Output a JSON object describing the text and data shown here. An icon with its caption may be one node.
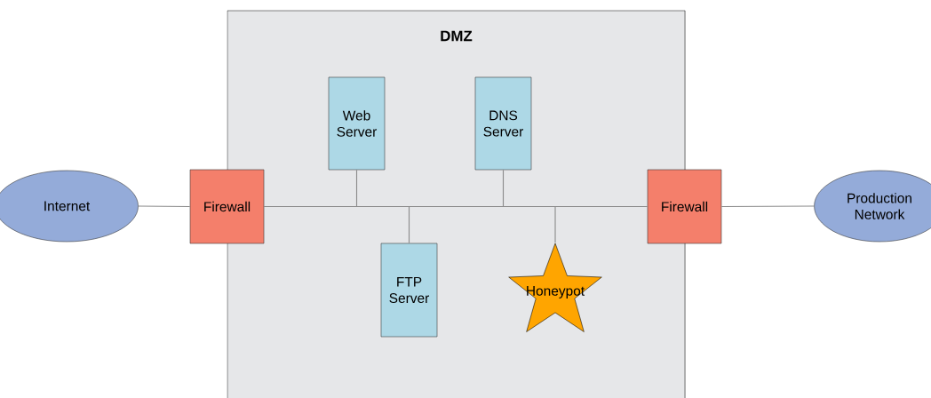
{
  "diagram": {
    "nodes": [
      {
        "text": [
          "DMZ"
        ]
      },
      {
        "text": [
          "Internet"
        ]
      },
      {
        "text": [
          "Firewall"
        ]
      },
      {
        "text": [
          "Web Server"
        ],
        "in": 0
      },
      {
        "text": [
          "DNS Server"
        ],
        "in": 0
      },
      {
        "text": [
          "FTP Server"
        ],
        "in": 0
      },
      {
        "text": [
          "Honeypot"
        ],
        "in": 0
      },
      {
        "text": [
          "Firewall"
        ]
      },
      {
        "text": [
          "Production Network"
        ]
      }
    ],
    "edges": [
      {
        "from": 1,
        "to": 2,
        "arrow": "none"
      },
      {
        "from": 2,
        "to": 7,
        "arrow": "none"
      },
      {
        "from": 7,
        "to": 8,
        "arrow": "none"
      },
      {
        "from": 3,
        "to": 2,
        "arrow": "none"
      },
      {
        "from": 4,
        "to": 2,
        "arrow": "none"
      },
      {
        "from": 5,
        "to": 2,
        "arrow": "none"
      },
      {
        "from": 6,
        "to": 2,
        "arrow": "none"
      }
    ]
  }
}
